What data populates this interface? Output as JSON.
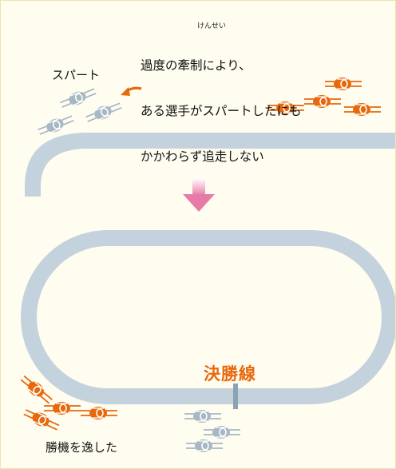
{
  "texts": {
    "reading": "けんせい",
    "explanation": [
      "過度の牽制により、",
      "ある選手がスパートしたにも",
      "かかわらず追走しない"
    ],
    "spurt_label": "スパート",
    "finish_line_label": "決勝線",
    "lost_label": "勝機を逸した"
  },
  "colors": {
    "background": "#fffdf0",
    "track": "#c3d2dc",
    "rider_orange": "#e8680c",
    "rider_gray": "#a7b8c4",
    "arrow_pink": "#e87aa8",
    "finish_text": "#e8680c",
    "finish_post": "#8aa4b6"
  },
  "icons": [
    "cyclist-icon",
    "curved-arrow-icon",
    "down-arrow-icon"
  ]
}
